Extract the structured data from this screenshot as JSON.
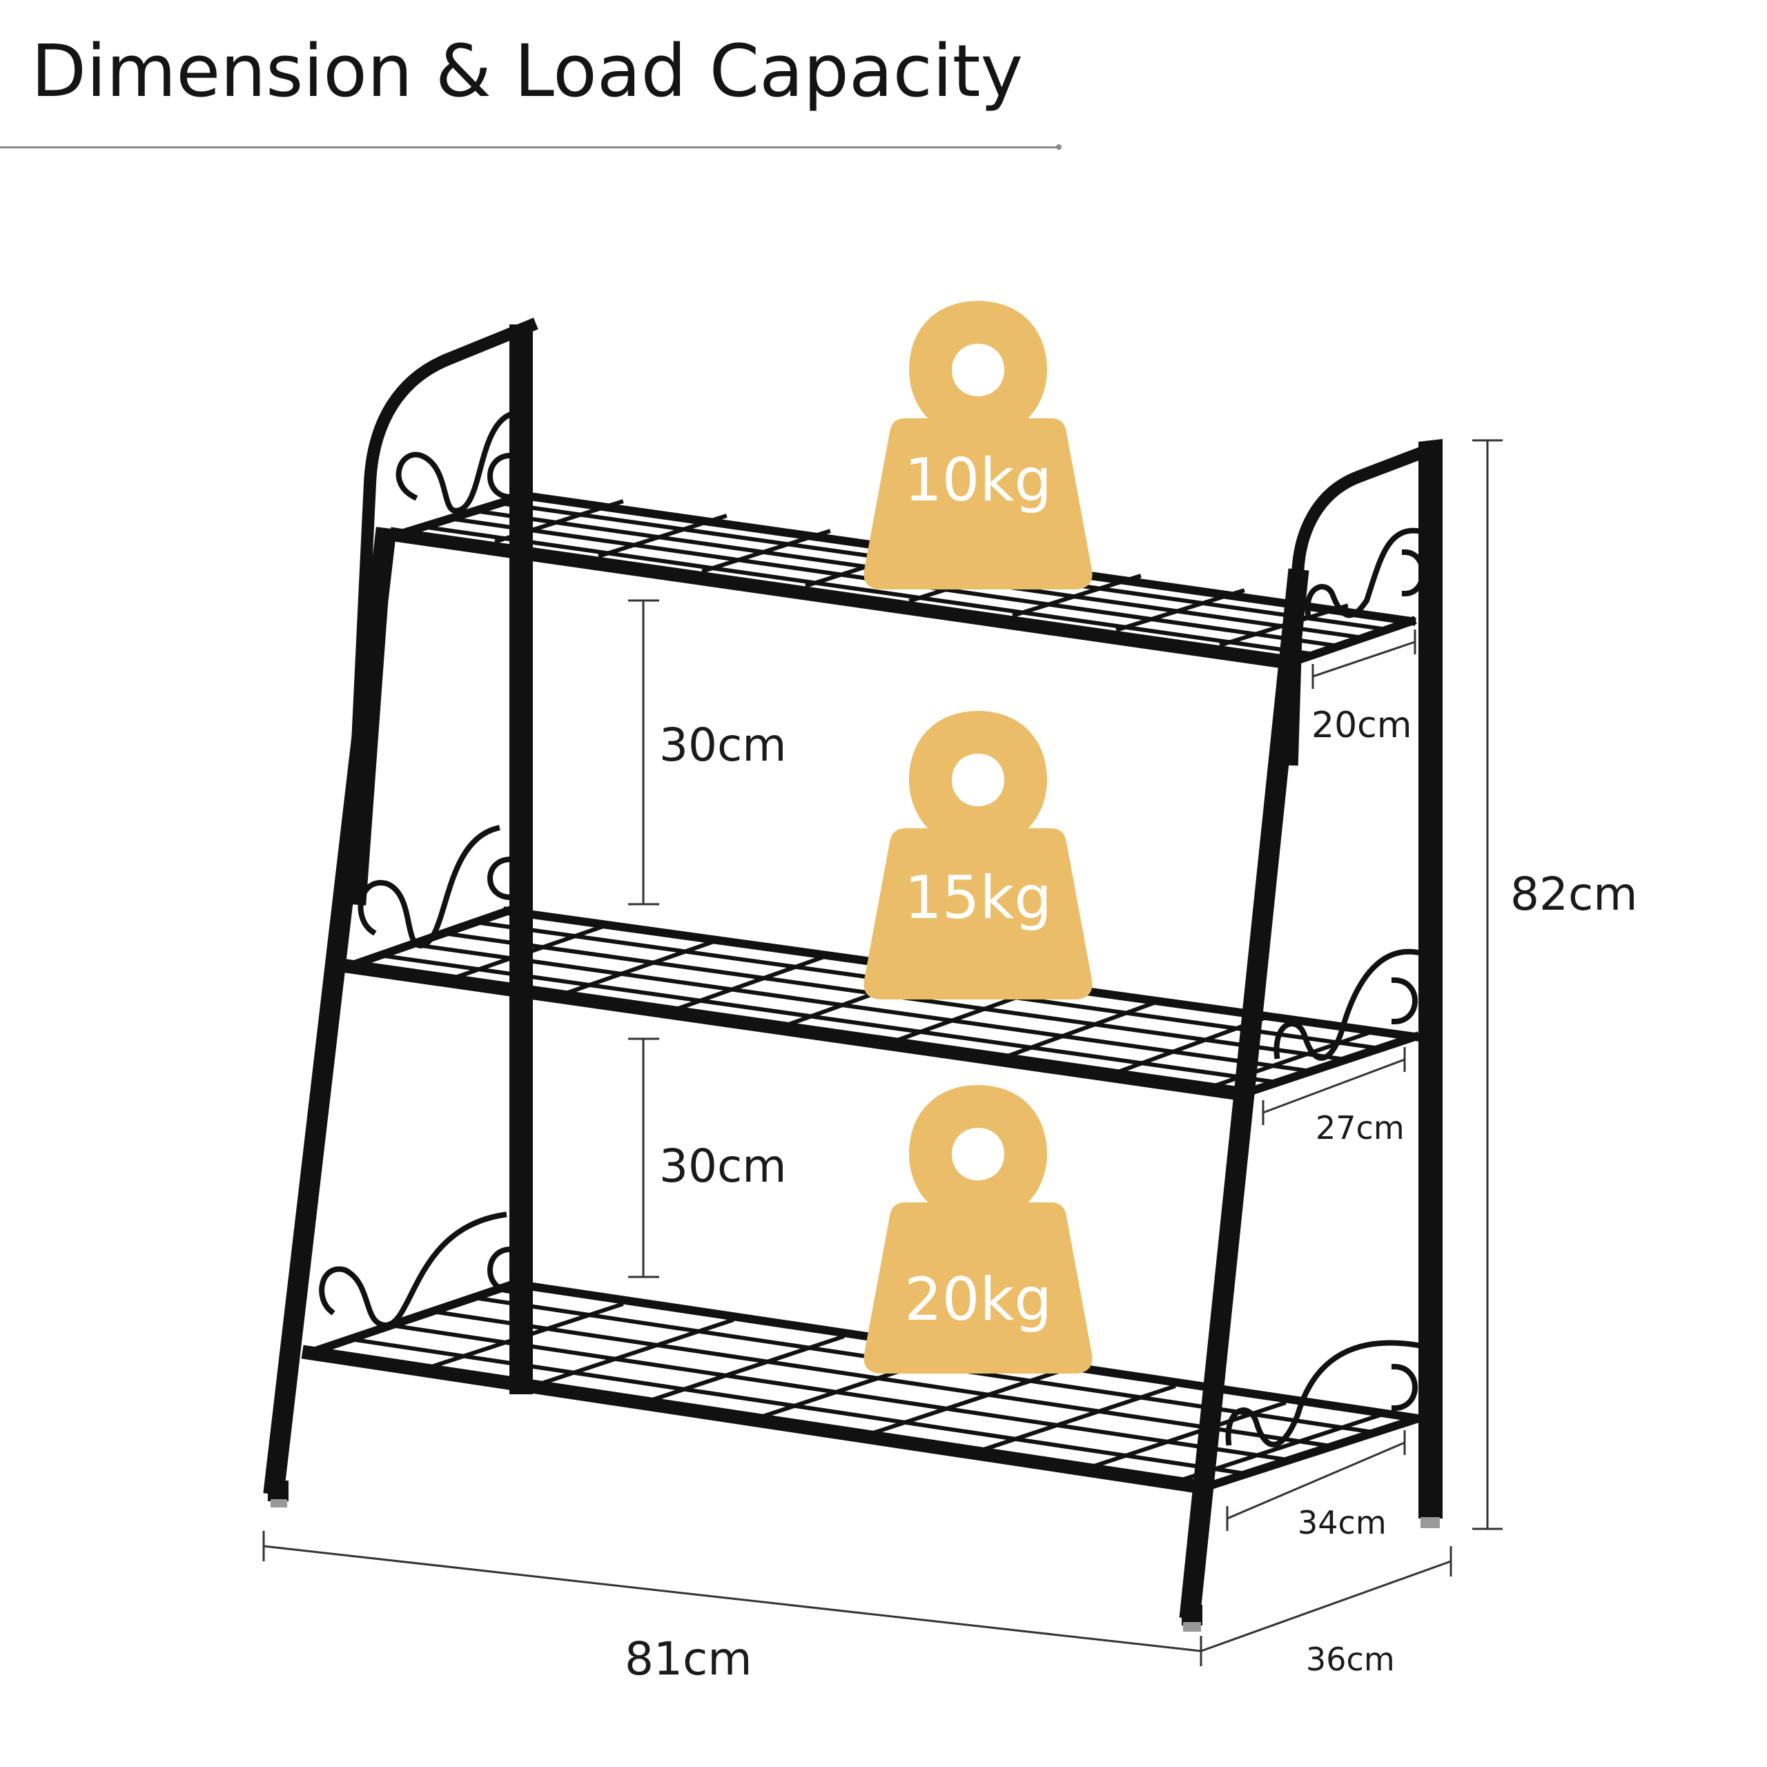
{
  "title": "Dimension & Load Capacity",
  "colors": {
    "frame": "#111111",
    "weight_fill": "#ebbd68",
    "weight_text": "#ffffff",
    "dim_line": "#333333",
    "title_rule": "#8a8a8a"
  },
  "icons": [
    "weight-icon",
    "scroll-ornament-icon",
    "shelf-rack-icon"
  ],
  "shelves": [
    {
      "name": "top",
      "load": "10kg",
      "depth": "20cm"
    },
    {
      "name": "middle",
      "load": "15kg",
      "depth": "27cm"
    },
    {
      "name": "bottom",
      "load": "20kg",
      "depth": "34cm"
    }
  ],
  "dimensions": {
    "gap_upper": "30cm",
    "gap_lower": "30cm",
    "height": "82cm",
    "width": "81cm",
    "base_depth": "36cm"
  }
}
